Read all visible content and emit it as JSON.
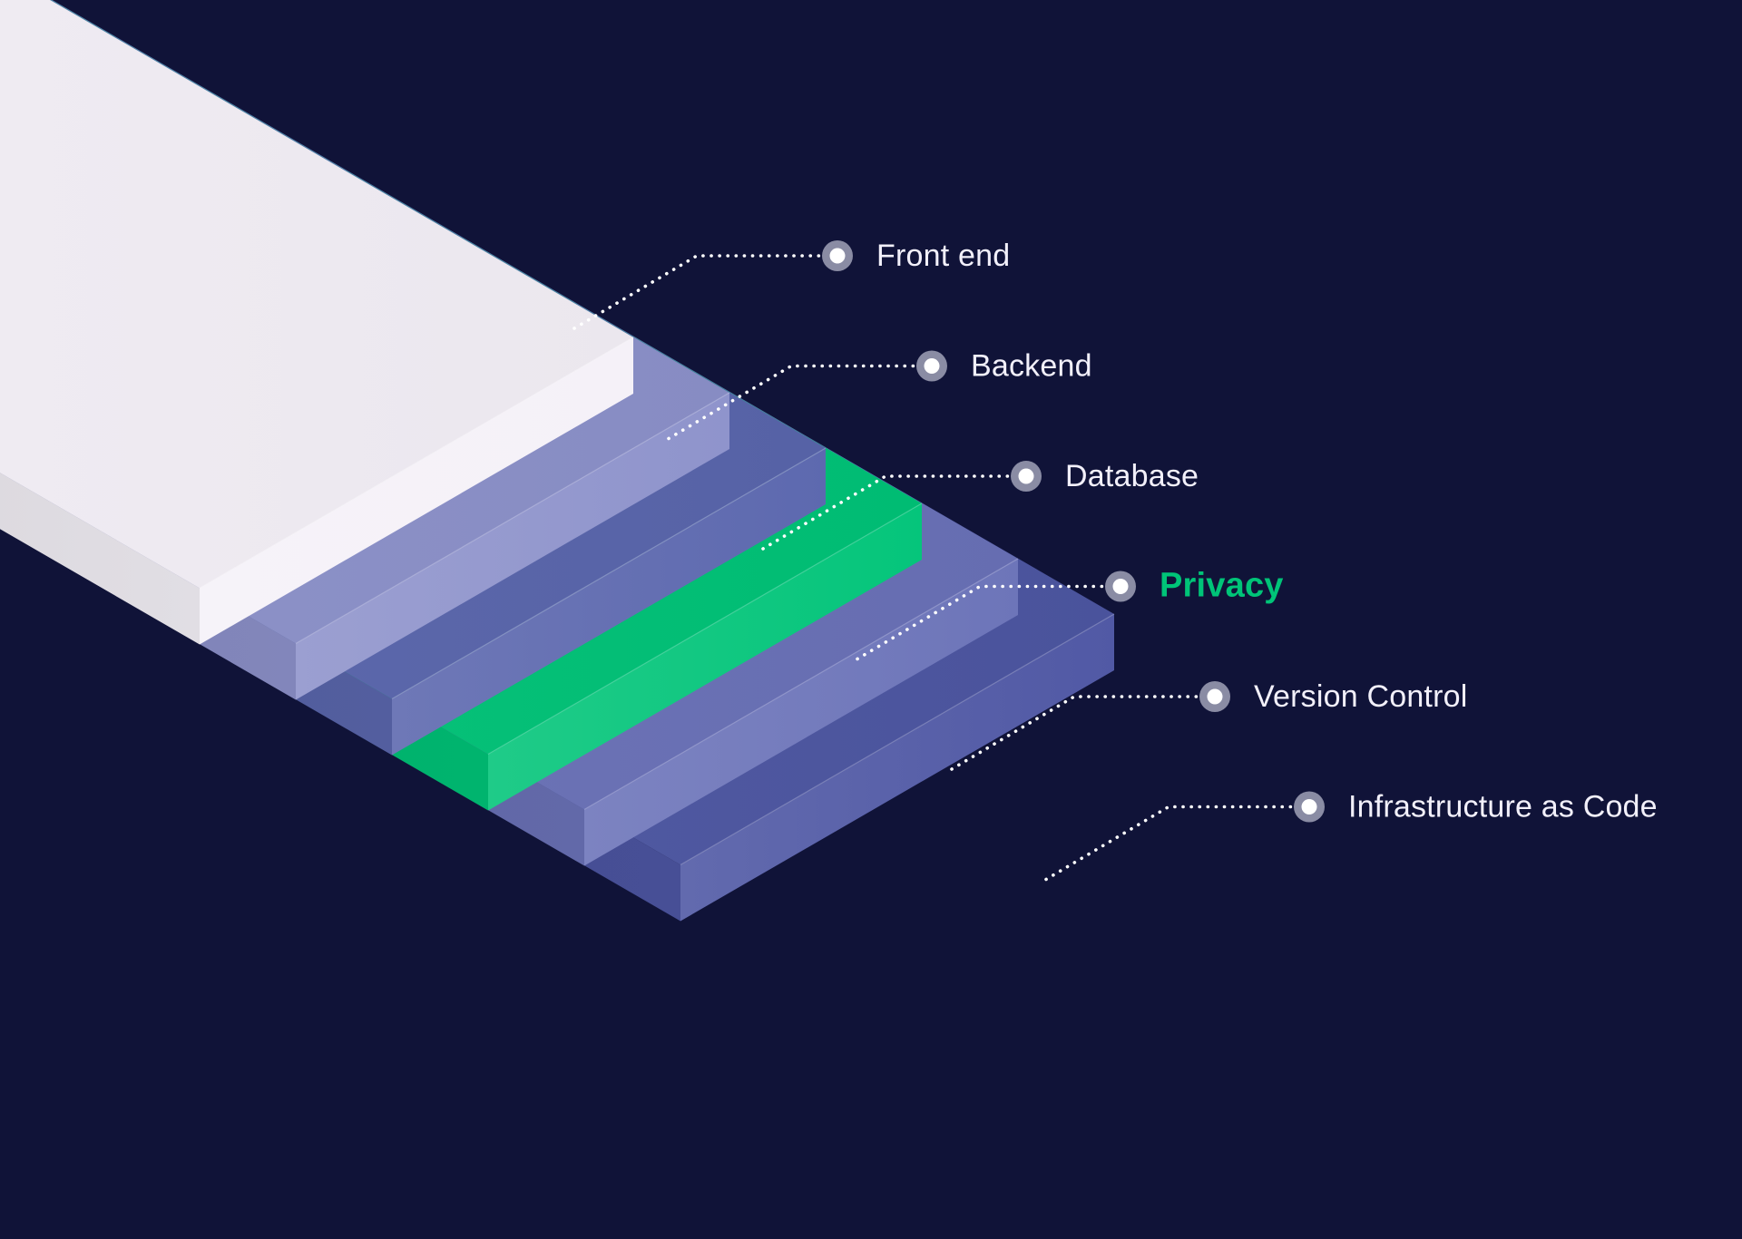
{
  "background_color": "#101338",
  "highlight_color": "#00c478",
  "label_color": "#f2f0fa",
  "layers": [
    {
      "label": "Front end",
      "color": "#f5f1f8",
      "highlight": false
    },
    {
      "label": "Backend",
      "color": "#8d92cb",
      "highlight": false
    },
    {
      "label": "Database",
      "color": "#5a66ad",
      "highlight": false
    },
    {
      "label": "Privacy",
      "color": "#00c478",
      "highlight": true
    },
    {
      "label": "Version Control",
      "color": "#6a72b8",
      "highlight": false
    },
    {
      "label": "Infrastructure as Code",
      "color": "#4d56a3",
      "highlight": false
    }
  ]
}
